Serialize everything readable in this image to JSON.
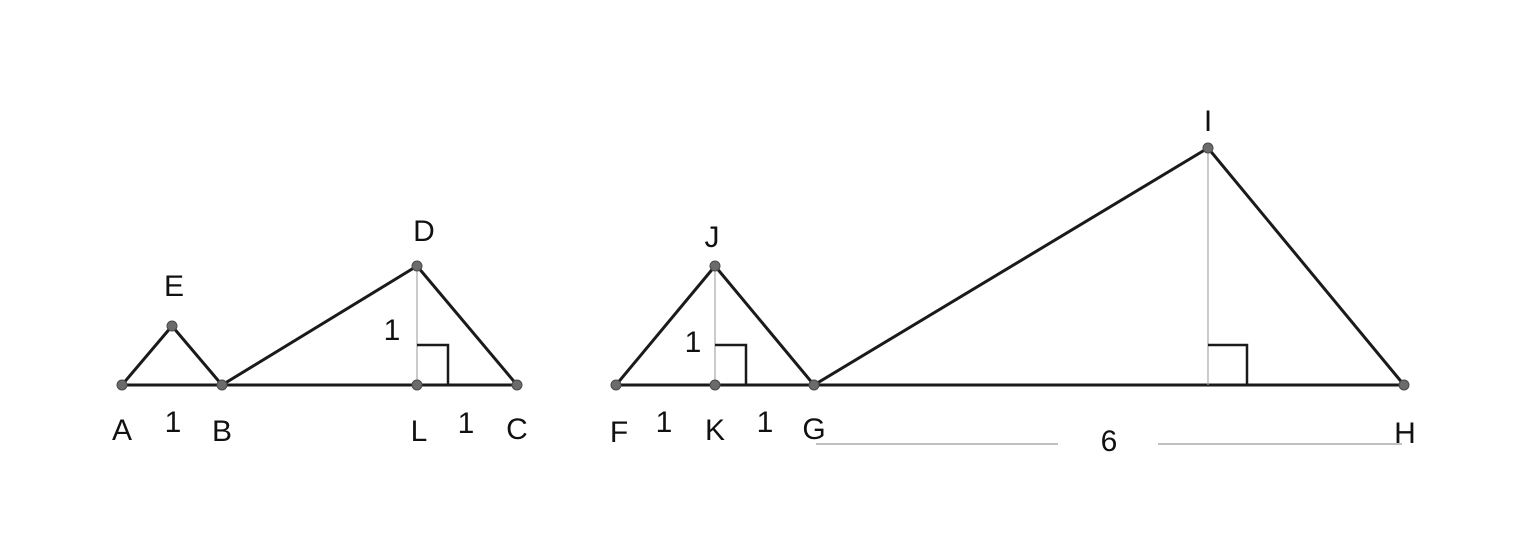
{
  "points": {
    "A": "A",
    "B": "B",
    "C": "C",
    "D": "D",
    "E": "E",
    "F": "F",
    "G": "G",
    "H": "H",
    "I": "I",
    "J": "J",
    "K": "K",
    "L": "L"
  },
  "measures": {
    "AB": "1",
    "DL": "1",
    "LC": "1",
    "FK": "1",
    "JK": "1",
    "KG": "1",
    "GH": "6"
  }
}
